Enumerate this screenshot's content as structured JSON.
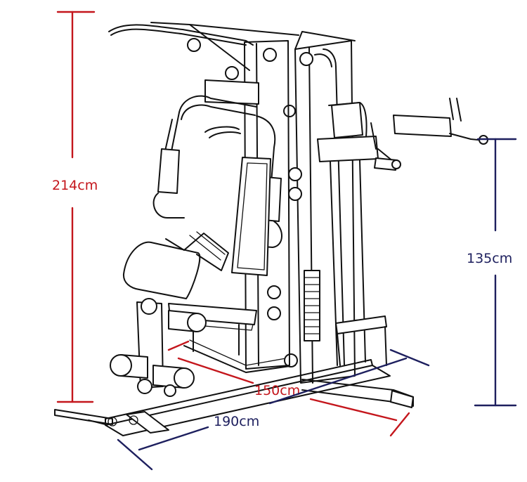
{
  "dimensions": {
    "height_total": "214cm",
    "height_bar": "135cm",
    "width": "150cm",
    "length": "190cm"
  },
  "colors": {
    "red": "#c4161c",
    "navy": "#1d1f5e",
    "line": "#111111"
  }
}
